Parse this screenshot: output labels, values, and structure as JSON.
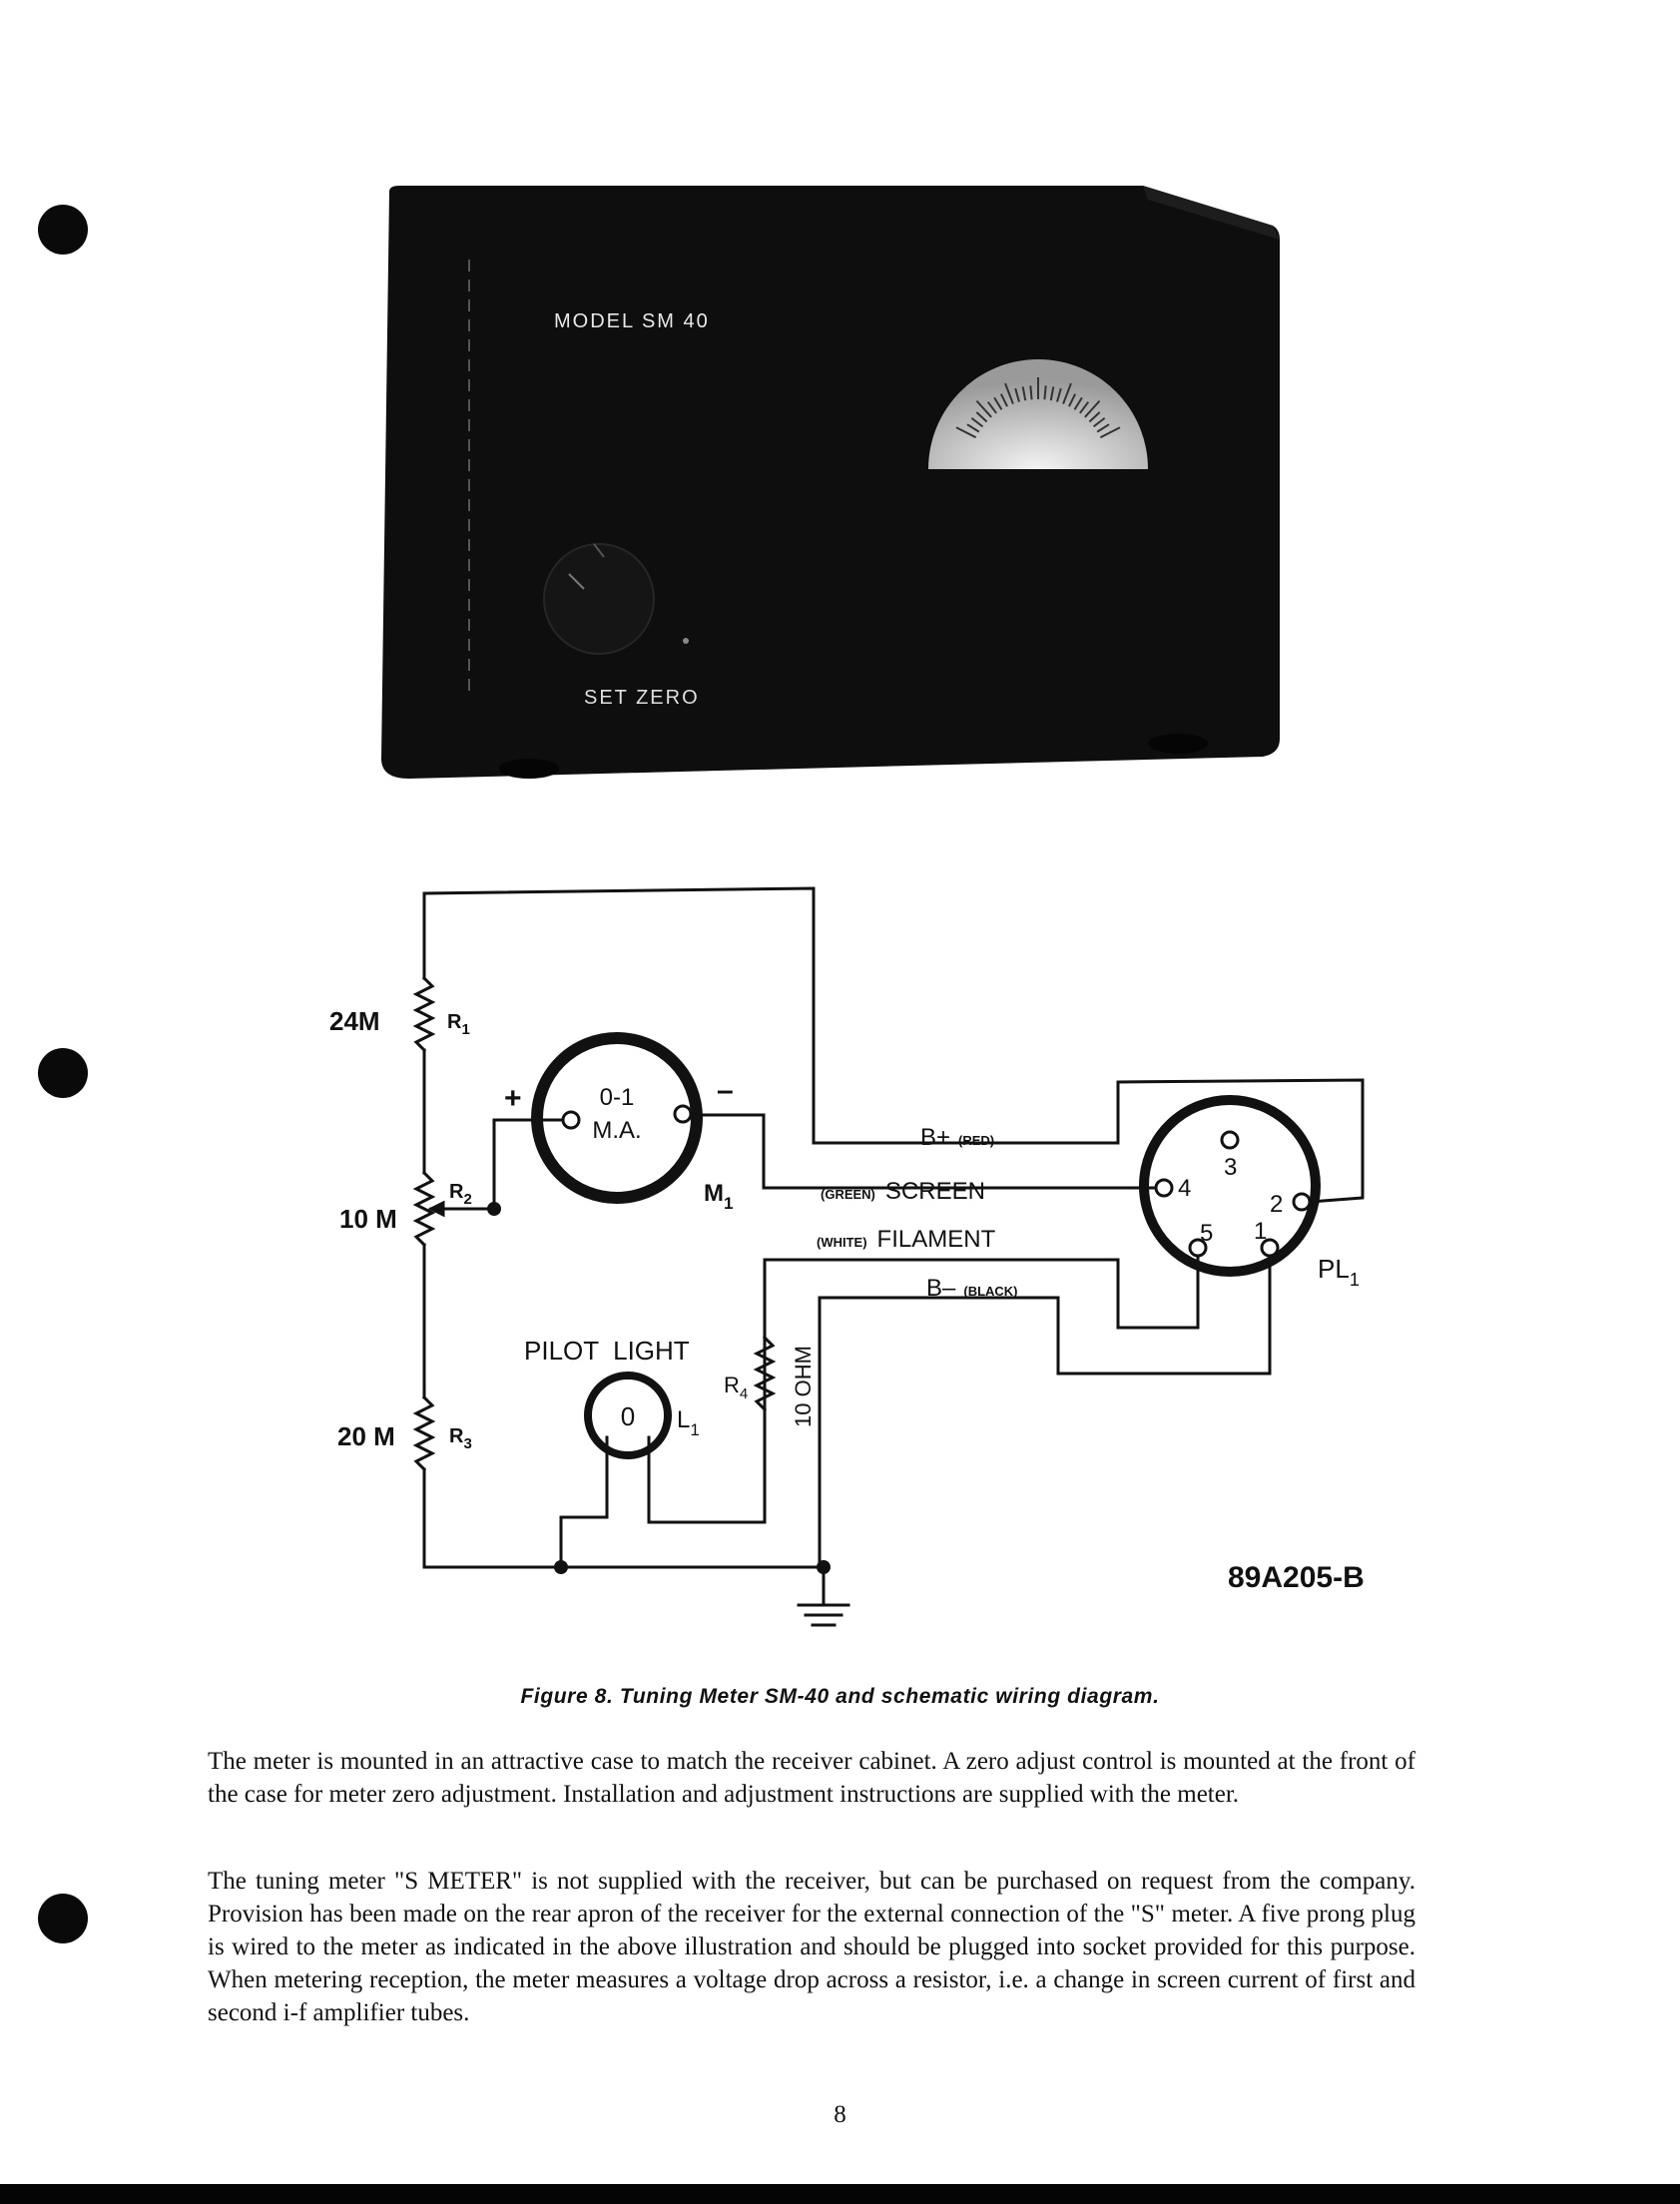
{
  "photo": {
    "model_label": "MODEL SM 40",
    "knob_label": "SET ZERO"
  },
  "schematic": {
    "r1_value": "24M",
    "r1_name": "R",
    "r1_sub": "1",
    "r2_value": "10 M",
    "r2_name": "R",
    "r2_sub": "2",
    "r3_value": "20 M",
    "r3_name": "R",
    "r3_sub": "3",
    "r4_name": "R",
    "r4_sub": "4",
    "r4_value": "10 OHM",
    "meter_range": "0-1",
    "meter_unit": "M.A.",
    "meter_name": "M",
    "meter_sub": "1",
    "meter_plus": "+",
    "meter_minus": "–",
    "pilot_light": "PILOT  LIGHT",
    "lamp_name": "L",
    "lamp_sub": "1",
    "lamp_glyph": "0",
    "wire_bplus": "B+",
    "wire_bplus_color": "(RED)",
    "wire_screen_color": "(GREEN)",
    "wire_screen": "SCREEN",
    "wire_filament_color": "(WHITE)",
    "wire_filament": "FILAMENT",
    "wire_bminus": "B–",
    "wire_bminus_color": "(BLACK)",
    "plug_name": "PL",
    "plug_sub": "1",
    "pins": [
      "3",
      "4",
      "2",
      "5",
      "1"
    ],
    "drawing_number": "89A205-B"
  },
  "caption": "Figure 8.  Tuning Meter SM-40 and schematic wiring diagram.",
  "paragraphs": [
    "The meter is mounted in an attractive case to match the receiver cabinet. A zero adjust control is mounted at the front of the case for meter zero adjustment. Installation and adjustment instructions are supplied with the meter.",
    "The tuning meter \"S METER\" is not supplied with the receiver, but can be purchased on request from the company. Provision has been made on the rear apron of the receiver for the external connection of the \"S\" meter. A five prong plug is wired to the meter as indicated in the above illustration and should be plugged into socket provided for this purpose. When metering reception, the meter measures a voltage drop across a resistor, i.e. a change in screen current of first and second i-f amplifier tubes."
  ],
  "page_number": "8"
}
